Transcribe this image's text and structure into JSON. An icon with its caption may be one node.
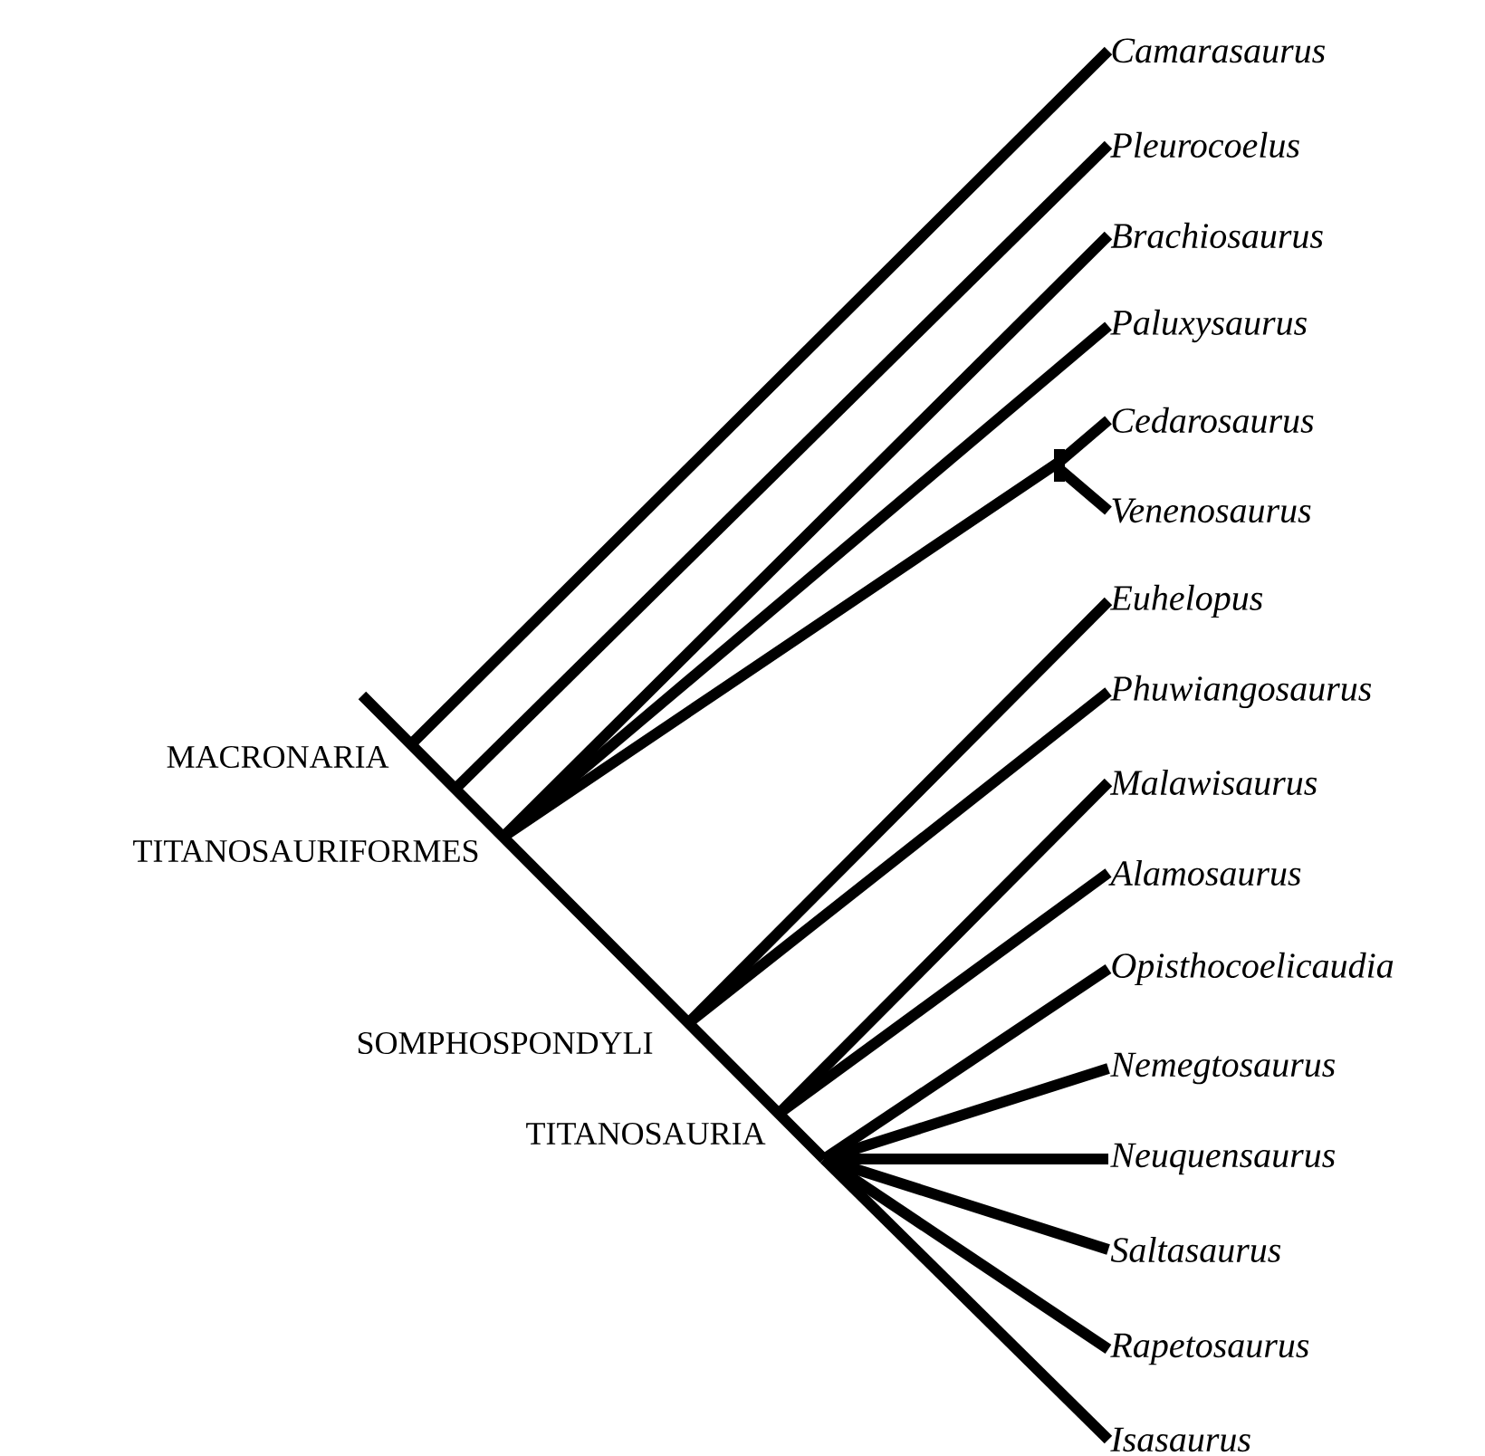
{
  "diagram": {
    "nodes": [
      {
        "text": [
          "*Camarasaurus*"
        ]
      },
      {
        "text": [
          "*Pleurocoelus*"
        ]
      },
      {
        "text": [
          "*Brachiosaurus*"
        ]
      },
      {
        "text": [
          "*Paluxysaurus*"
        ]
      },
      {
        "text": [
          "*Cedarosaurus*"
        ]
      },
      {
        "text": [
          "*Venenosaurus*"
        ]
      },
      {
        "text": [
          "*Euhelopus*"
        ]
      },
      {
        "text": [
          "*Phuwiangosaurus*"
        ]
      },
      {
        "text": [
          "*Malawisaurus*"
        ]
      },
      {
        "text": [
          "*Alamosaurus*"
        ]
      },
      {
        "text": [
          "*Opisthocoelicaudia*"
        ]
      },
      {
        "text": [
          "*Nemegtosaurus*"
        ]
      },
      {
        "text": [
          "*Neuquensaurus*"
        ]
      },
      {
        "text": [
          "*Saltasaurus*"
        ]
      },
      {
        "text": [
          "*Rapetosaurus*"
        ]
      },
      {
        "text": [
          "*Isasaurus*"
        ]
      }
    ],
    "edges": [
      {
        "from": null,
        "to": 0,
        "arrow": "none"
      },
      {
        "from": null,
        "to": 1,
        "arrow": "none"
      },
      {
        "from": null,
        "to": 2,
        "arrow": "none"
      },
      {
        "from": null,
        "to": 3,
        "arrow": "none"
      },
      {
        "from": null,
        "to": 4,
        "arrow": "none"
      },
      {
        "from": null,
        "to": 5,
        "arrow": "none"
      },
      {
        "from": null,
        "to": 6,
        "arrow": "none"
      },
      {
        "from": null,
        "to": 7,
        "arrow": "none"
      },
      {
        "from": null,
        "to": 8,
        "arrow": "none"
      },
      {
        "from": null,
        "to": 9,
        "arrow": "none"
      },
      {
        "from": null,
        "to": 10,
        "arrow": "none"
      },
      {
        "from": null,
        "to": 11,
        "arrow": "none"
      },
      {
        "from": null,
        "to": 12,
        "arrow": "none"
      },
      {
        "from": null,
        "to": 13,
        "arrow": "none"
      },
      {
        "from": null,
        "to": 14,
        "arrow": "none"
      },
      {
        "from": null,
        "to": 15,
        "arrow": "none"
      }
    ],
    "labels": [
      "MACRONARIA",
      "TITANOSAURIFORMES",
      "SOMPHOSPONDYLI",
      "TITANOSAURIA"
    ]
  }
}
